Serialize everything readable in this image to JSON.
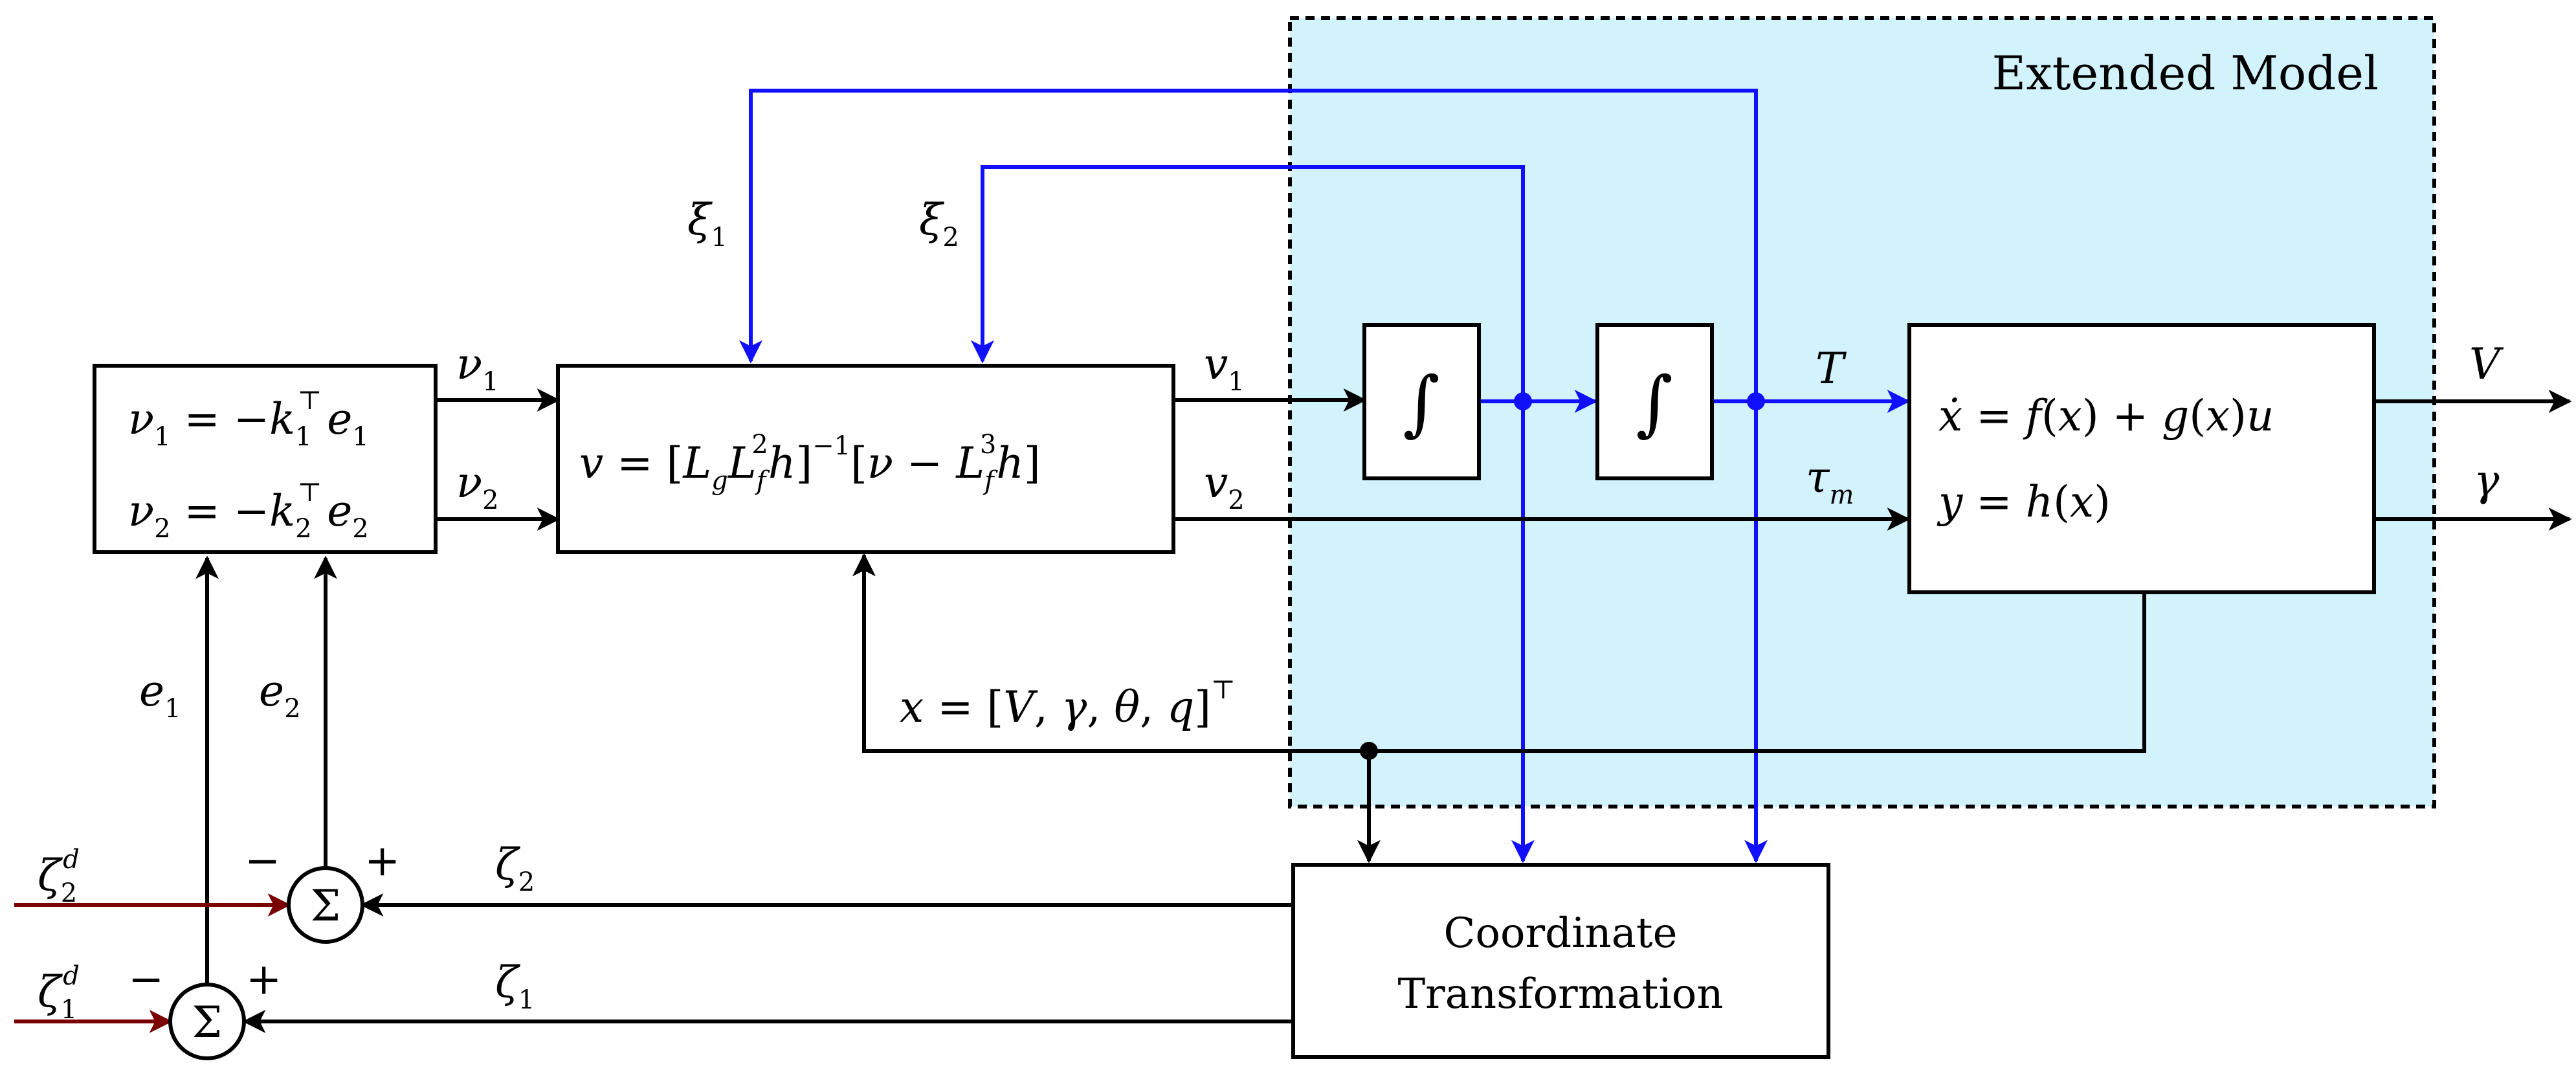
{
  "region": {
    "title": "Extended Model",
    "fill": "#d2f3fc"
  },
  "colors": {
    "feedback": "#1010ff",
    "reference": "#7a0000",
    "line": "#000000"
  },
  "blocks": {
    "controller": {
      "line1": [
        "ν",
        "1",
        " = −",
        "k",
        "1",
        "⊤",
        "e",
        "1"
      ],
      "line2": [
        "ν",
        "2",
        " = −",
        "k",
        "2",
        "⊤",
        "e",
        "2"
      ]
    },
    "linearizer": {
      "expr": [
        "v",
        " = [",
        "L",
        "g",
        "L",
        "f",
        "2",
        "h",
        "]",
        "−1",
        "[",
        "ν",
        " − ",
        "L",
        "f",
        "3",
        "h",
        "]"
      ]
    },
    "integrator": {
      "symbol": "∫"
    },
    "plant": {
      "line1": [
        "ẋ",
        " = ",
        "f",
        "(",
        "x",
        ") + ",
        "g",
        "(",
        "x",
        ")",
        "u"
      ],
      "line2": [
        "y",
        " = ",
        "h",
        "(",
        "x",
        ")"
      ]
    },
    "transform": {
      "line1": "Coordinate",
      "line2": "Transformation"
    },
    "summer": {
      "symbol": "Σ"
    }
  },
  "signals": {
    "nu1": [
      "ν",
      "1"
    ],
    "nu2": [
      "ν",
      "2"
    ],
    "v1": [
      "v",
      "1"
    ],
    "v2": [
      "v",
      "2"
    ],
    "xi1": [
      "ξ",
      "1"
    ],
    "xi2": [
      "ξ",
      "2"
    ],
    "T": "T",
    "taum": [
      "τ",
      "m"
    ],
    "V": "V",
    "gamma": "γ",
    "state": [
      "x",
      " = [",
      "V",
      ", ",
      "γ",
      ", ",
      "θ",
      ", ",
      "q",
      "]",
      "⊤"
    ],
    "e1": [
      "e",
      "1"
    ],
    "e2": [
      "e",
      "2"
    ],
    "zeta1": [
      "ζ",
      "1"
    ],
    "zeta2": [
      "ζ",
      "2"
    ],
    "zeta1d": [
      "ζ",
      "1",
      "d"
    ],
    "zeta2d": [
      "ζ",
      "2",
      "d"
    ]
  },
  "signs": {
    "minus": "−",
    "plus": "+"
  }
}
